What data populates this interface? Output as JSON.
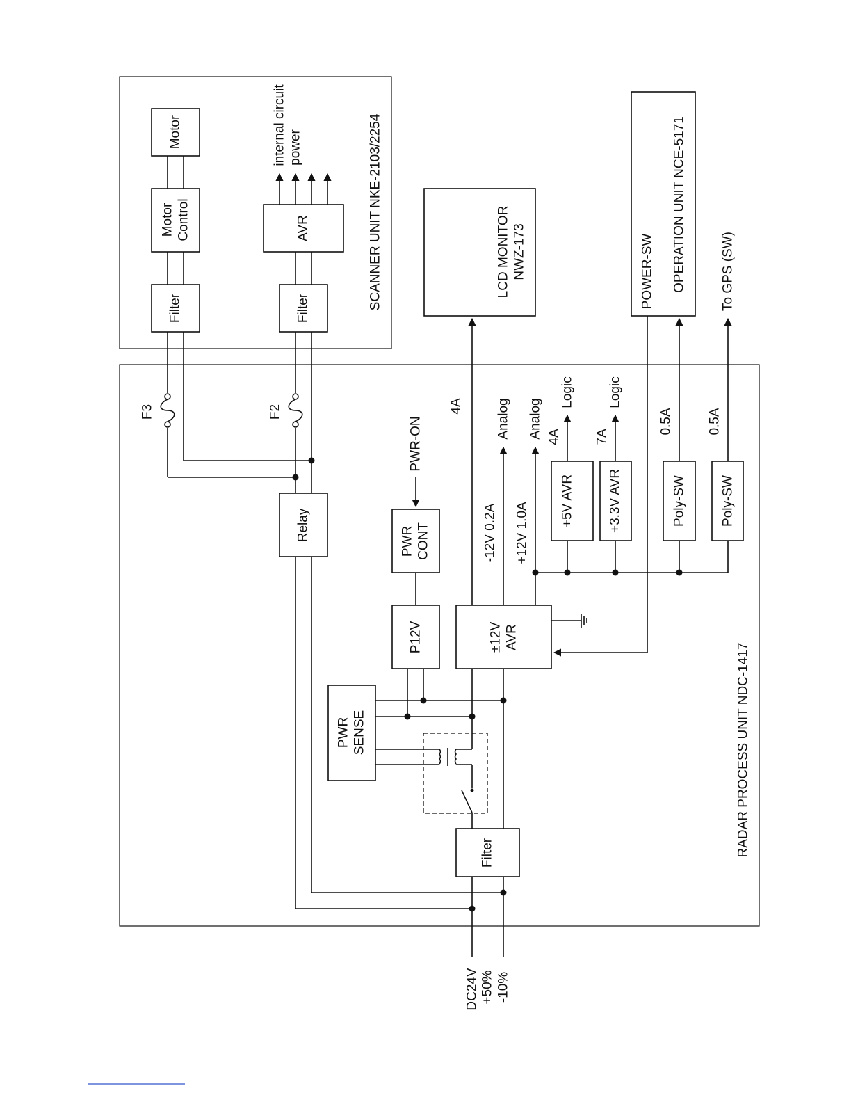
{
  "units": {
    "scanner": "SCANNER UNIT NKE-2103/2254",
    "radar_process": "RADAR PROCESS UNIT NDC-1417",
    "lcd_monitor": [
      "LCD MONITOR",
      "NWZ-173"
    ],
    "operation": "OPERATION UNIT NCE-5171"
  },
  "blocks": {
    "motor": "Motor",
    "motor_control": [
      "Motor",
      "Control"
    ],
    "filter": "Filter",
    "avr": "AVR",
    "relay": "Relay",
    "pwr_cont": [
      "PWR",
      "CONT"
    ],
    "p12v": "P12V",
    "pm12v_avr": [
      "±12V",
      "AVR"
    ],
    "pwr_sense": [
      "PWR",
      "SENSE"
    ],
    "avr_5v": "+5V AVR",
    "avr_3v3": "+3.3V AVR",
    "poly_sw": "Poly-SW",
    "power_sw": "POWER-SW"
  },
  "labels": {
    "internal_power": [
      "internal circuit",
      "power"
    ],
    "f3": "F3",
    "f2": "F2",
    "pwr_on": "PWR-ON",
    "i_4a_lcd": "4A",
    "minus12": "-12V 0.2A",
    "plus12": "+12V 1.0A",
    "analog": "Analog",
    "logic": "Logic",
    "i_4a": "4A",
    "i_7a": "7A",
    "i_05a": "0.5A",
    "to_gps": "To GPS (SW)",
    "dc_input": [
      "DC24V",
      "+50%",
      "-10%"
    ]
  }
}
